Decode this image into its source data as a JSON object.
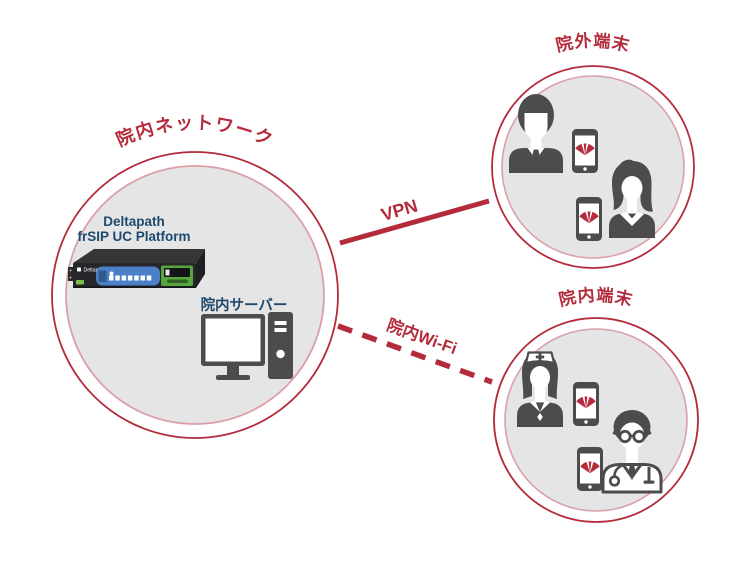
{
  "diagram": {
    "network_circle": {
      "label": "院内ネットワーク",
      "platform": {
        "name_line1": "Deltapath",
        "name_line2": "frSIP UC Platform",
        "device_logo_text": "Deltapath"
      },
      "server": {
        "label": "院内サーバー"
      }
    },
    "external_circle": {
      "label": "院外端末"
    },
    "internal_circle": {
      "label": "院内端末"
    },
    "connections": {
      "vpn": {
        "label": "VPN",
        "line_style": "solid"
      },
      "wifi": {
        "label": "院内Wi-Fi",
        "line_style": "dashed"
      }
    },
    "icons": {
      "network_circle": [
        "uc-appliance-icon",
        "desktop-computer-icon"
      ],
      "external_circle": [
        "businessman-icon",
        "smartphone-icon",
        "woman-icon",
        "smartphone-icon"
      ],
      "internal_circle": [
        "nurse-icon",
        "smartphone-icon",
        "doctor-icon",
        "smartphone-icon"
      ]
    },
    "colors": {
      "primary_red": "#b42b3c",
      "inner_ring_pink": "#db9fa8",
      "circle_fill": "#e5e5e5",
      "icon_gray": "#4c4c4c",
      "label_blue": "#1d4a6e",
      "device_panel_blue": "#4b80c9",
      "device_panel_green": "#58a73e",
      "phone_logo_red": "#b42b3c"
    }
  }
}
